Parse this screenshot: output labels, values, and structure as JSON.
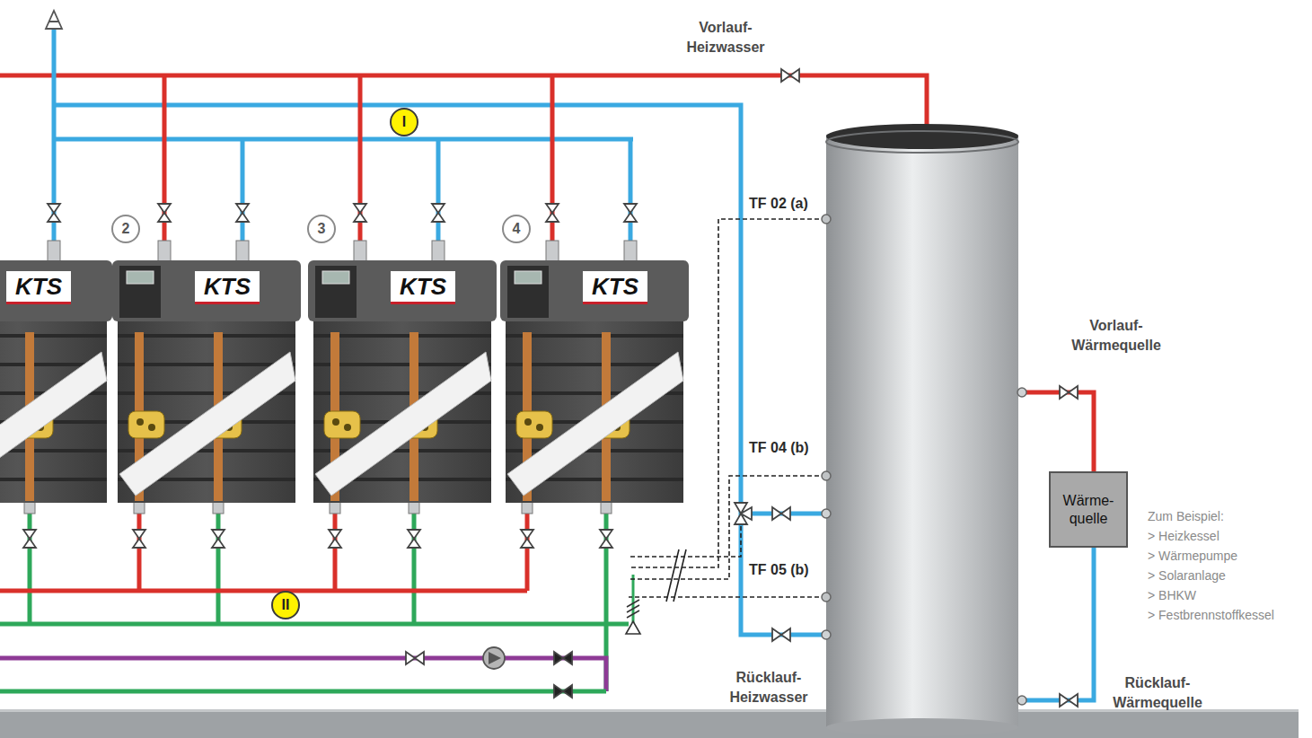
{
  "diagram": {
    "nodes": [
      {
        "text": [
          "KTS"
        ]
      },
      {
        "text": [
          "KTS"
        ]
      },
      {
        "text": [
          "KTS"
        ]
      },
      {
        "text": [
          "KTS"
        ]
      },
      {
        "text": [
          "Wärme- quelle"
        ]
      }
    ],
    "labels": [
      "Vorlauf- Heizwasser",
      "I",
      "2",
      "3",
      "4",
      "TF 02 (a)",
      "Vorlauf- Wärmequelle",
      "TF 04 (b)",
      "Zum Beispiel:",
      "> Heizkessel",
      "> Wärmepumpe",
      "> Solaranlage",
      "> BHKW",
      "> Festbrennstoffkessel",
      "TF 05 (b)",
      "II",
      "Rücklauf- Heizwasser",
      "Rücklauf- Wärmequelle"
    ]
  }
}
